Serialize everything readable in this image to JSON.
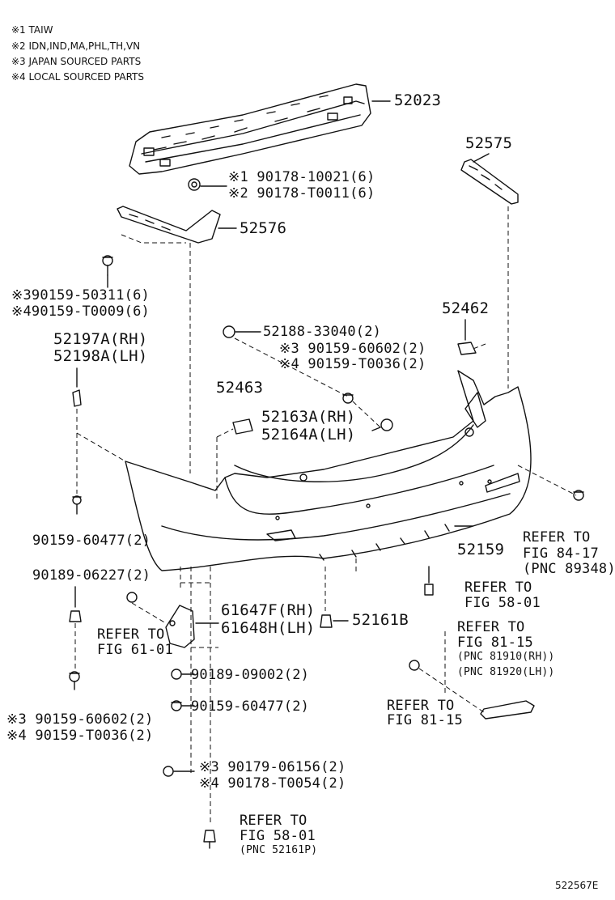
{
  "legend": [
    "※1 TAIW",
    "※2 IDN,IND,MA,PHL,TH,VN",
    "※3 JAPAN SOURCED PARTS",
    "※4 LOCAL SOURCED PARTS"
  ],
  "labels": {
    "p52023": "52023",
    "p52575": "52575",
    "n1_10021": "※1 90178-10021(6)",
    "n2_T0011": "※2 90178-T0011(6)",
    "p52576": "52576",
    "n3_50311": "※390159-50311(6)",
    "n4_T0009": "※490159-T0009(6)",
    "p52188": "52188-33040(2)",
    "n3_60602a": "※3 90159-60602(2)",
    "n4_T0036a": "※4 90159-T0036(2)",
    "p52462": "52462",
    "p52197": "52197A(RH)",
    "p52198": "52198A(LH)",
    "p52463": "52463",
    "p52163": "52163A(RH)",
    "p52164": "52164A(LH)",
    "p60477a": "90159-60477(2)",
    "p52159": "52159",
    "ref84_1": "REFER TO",
    "ref84_2": "FIG 84-17",
    "ref84_3": "(PNC 89348)",
    "p06227": "90189-06227(2)",
    "ref5801a_1": "REFER TO",
    "ref5801a_2": "FIG 58-01",
    "p61647": "61647F(RH)",
    "p61648": "61648H(LH)",
    "ref6101_1": "REFER TO",
    "ref6101_2": "FIG 61-01",
    "p52161b": "52161B",
    "ref8115a_1": "REFER TO",
    "ref8115a_2": "FIG 81-15",
    "ref8115a_3": "(PNC 81910(RH))",
    "ref8115a_4": "(PNC 81920(LH))",
    "p09002": "90189-09002(2)",
    "p60477b": "90159-60477(2)",
    "n3_60602b": "※3 90159-60602(2)",
    "n4_T0036b": "※4 90159-T0036(2)",
    "ref8115b_1": "REFER TO",
    "ref8115b_2": "FIG 81-15",
    "n3_06156": "※3 90179-06156(2)",
    "n4_T0054": "※4 90178-T0054(2)",
    "ref5801b_1": "REFER TO",
    "ref5801b_2": "FIG 58-01",
    "ref5801b_3": "(PNC 52161P)"
  },
  "diagram_id": "522567E"
}
